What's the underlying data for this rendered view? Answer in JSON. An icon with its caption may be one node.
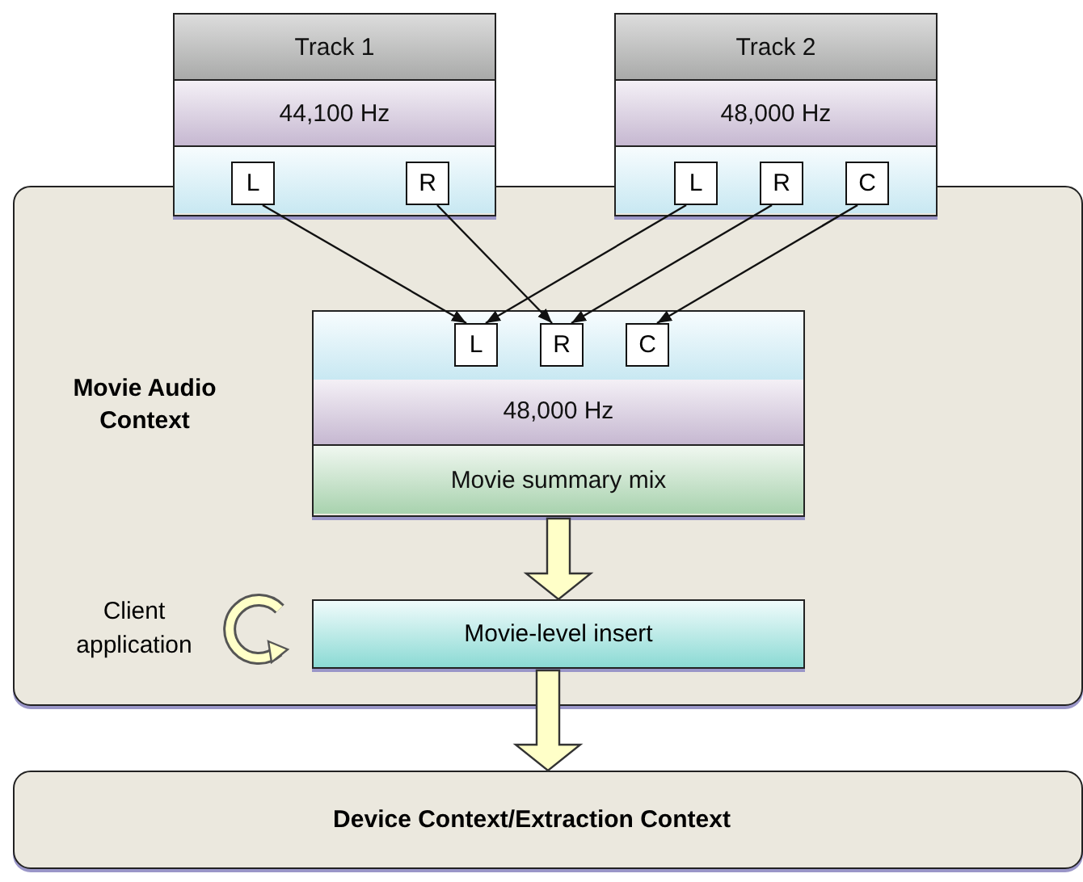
{
  "diagram": {
    "nodes": [
      {
        "text": [
          "Movie Audio Context"
        ]
      },
      {
        "text": [
          "Track 1",
          "44,100 Hz"
        ]
      },
      {
        "text": [
          "L"
        ],
        "in": 1
      },
      {
        "text": [
          "R"
        ],
        "in": 1
      },
      {
        "text": [
          "Track 2",
          "48,000 Hz"
        ]
      },
      {
        "text": [
          "L"
        ],
        "in": 4
      },
      {
        "text": [
          "R"
        ],
        "in": 4
      },
      {
        "text": [
          "C"
        ],
        "in": 4
      },
      {
        "text": [
          "48,000 Hz",
          "Movie summary mix"
        ],
        "in": 0
      },
      {
        "text": [
          "L"
        ],
        "in": 8
      },
      {
        "text": [
          "R"
        ],
        "in": 8
      },
      {
        "text": [
          "C"
        ],
        "in": 8
      },
      {
        "text": [
          "Movie-level insert"
        ],
        "in": 0
      },
      {
        "text": [
          "Device Context/Extraction Context"
        ]
      }
    ],
    "edges": [
      {
        "from": 2,
        "to": 9,
        "arrow": "to"
      },
      {
        "from": 5,
        "to": 9,
        "arrow": "to"
      },
      {
        "from": 3,
        "to": 10,
        "arrow": "to"
      },
      {
        "from": 6,
        "to": 10,
        "arrow": "to"
      },
      {
        "from": 7,
        "to": 11,
        "arrow": "to"
      },
      {
        "from": 8,
        "to": 12,
        "arrow": "to",
        "style": "thick"
      },
      {
        "from": 12,
        "to": 13,
        "arrow": "to",
        "style": "thick"
      }
    ],
    "labels": [
      "Client application"
    ]
  }
}
